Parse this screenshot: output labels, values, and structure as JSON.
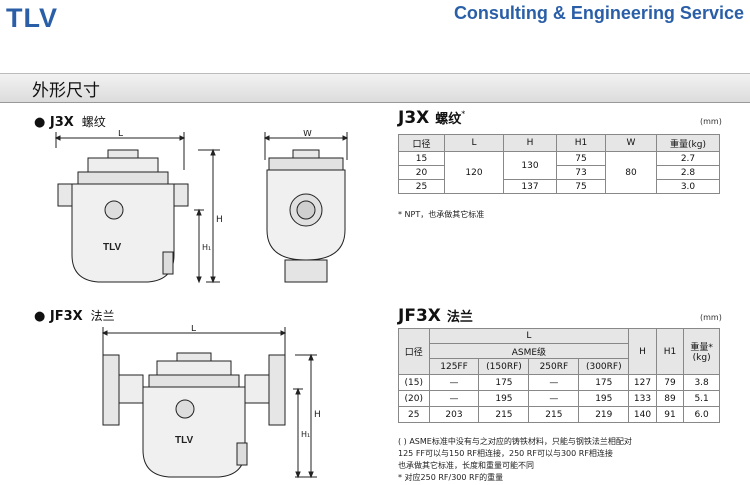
{
  "header": {
    "logo": "TLV",
    "service": "Consulting & Engineering Service"
  },
  "section": {
    "title": "外形尺寸"
  },
  "models": [
    {
      "label": "● J3X",
      "kind": "螺纹"
    },
    {
      "label": "● JF3X",
      "kind": "法兰"
    }
  ],
  "drawings": {
    "dims": {
      "L": "L",
      "W": "W",
      "H": "H",
      "H1": "H₁"
    },
    "body_mark": "TLV"
  },
  "j3x": {
    "title": "J3X",
    "kind": "螺纹",
    "mark": "*",
    "unit": "(mm)",
    "headers": [
      "口径",
      "L",
      "H",
      "H1",
      "W",
      "重量(kg)"
    ],
    "rows": [
      {
        "size": "15",
        "L": "120",
        "H": "130",
        "H1": "75",
        "W": "80",
        "weight": "2.7"
      },
      {
        "size": "20",
        "L": "",
        "H": "",
        "H1": "73",
        "W": "",
        "weight": "2.8"
      },
      {
        "size": "25",
        "L": "",
        "H": "137",
        "H1": "75",
        "W": "",
        "weight": "3.0"
      }
    ],
    "note": "* NPT，也承做其它标准"
  },
  "jf3x": {
    "title": "JF3X",
    "kind": "法兰",
    "unit": "(mm)",
    "headers": {
      "size": "口径",
      "L": "L",
      "asme": "ASME级",
      "c125": "125FF",
      "c150": "(150RF)",
      "c250": "250RF",
      "c300": "(300RF)",
      "H": "H",
      "H1": "H1",
      "weight": "重量*",
      "weight_unit": "(kg)"
    },
    "rows": [
      {
        "size": "(15)",
        "c125": "—",
        "c150": "175",
        "c250": "—",
        "c300": "175",
        "H": "127",
        "H1": "79",
        "weight": "3.8"
      },
      {
        "size": "(20)",
        "c125": "—",
        "c150": "195",
        "c250": "—",
        "c300": "195",
        "H": "133",
        "H1": "89",
        "weight": "5.1"
      },
      {
        "size": "25",
        "c125": "203",
        "c150": "215",
        "c250": "215",
        "c300": "219",
        "H": "140",
        "H1": "91",
        "weight": "6.0"
      }
    ],
    "notes": [
      "(  ) ASME标准中没有与之对应的铸铁材料，只能与钢铁法兰相配对",
      "125 FF可以与150 RF相连接，250 RF可以与300 RF相连接",
      "也承做其它标准，长度和重量可能不同",
      "* 对应250 RF/300 RF的重量"
    ]
  }
}
